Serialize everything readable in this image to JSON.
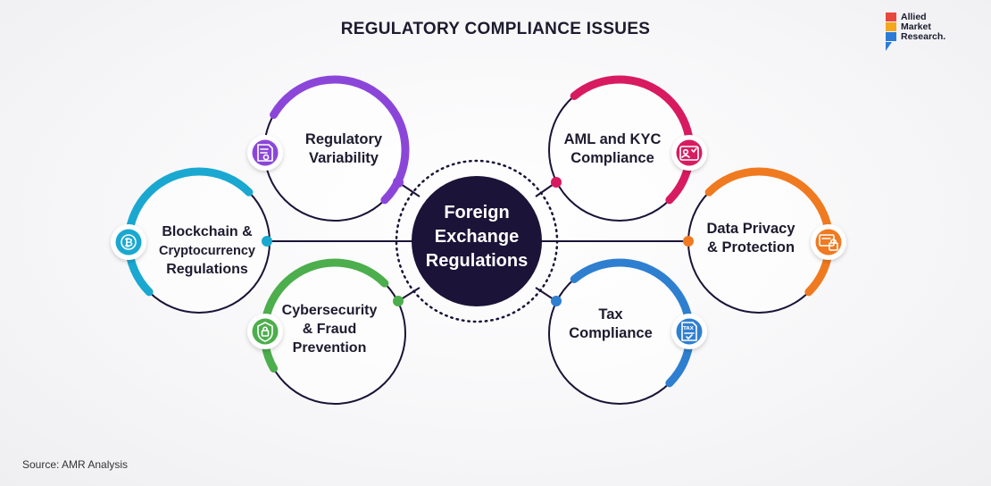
{
  "title": "REGULATORY COMPLIANCE ISSUES",
  "source": "Source: AMR Analysis",
  "logo": {
    "lines": [
      "Allied",
      "Market",
      "Research."
    ]
  },
  "center": {
    "lines": [
      "Foreign",
      "Exchange",
      "Regulations"
    ],
    "color": "#1b1338"
  },
  "nodes": [
    {
      "key": "regulatory-variability",
      "lines": [
        "Regulatory",
        "Variability"
      ],
      "icon": "document-gear-icon",
      "color": "#8b46d9"
    },
    {
      "key": "blockchain",
      "lines": [
        "Blockchain &",
        "Cryptocurrency",
        "Regulations"
      ],
      "icon": "bitcoin-icon",
      "color": "#1aa8d0"
    },
    {
      "key": "cybersecurity",
      "lines": [
        "Cybersecurity",
        "& Fraud",
        "Prevention"
      ],
      "icon": "shield-lock-icon",
      "color": "#4cae4c"
    },
    {
      "key": "aml-kyc",
      "lines": [
        "AML and KYC",
        "Compliance"
      ],
      "icon": "id-card-check-icon",
      "color": "#d81b60"
    },
    {
      "key": "data-privacy",
      "lines": [
        "Data Privacy",
        "& Protection"
      ],
      "icon": "padlock-screen-icon",
      "color": "#f07a20"
    },
    {
      "key": "tax-compliance",
      "lines": [
        "Tax",
        "Compliance"
      ],
      "icon": "tax-document-icon",
      "color": "#2f7fd0"
    }
  ]
}
